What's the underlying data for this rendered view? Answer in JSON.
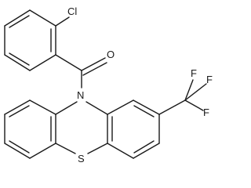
{
  "molecule": {
    "atom_labels": {
      "chlorine": "Cl",
      "oxygen": "O",
      "nitrogen": "N",
      "sulfur": "S",
      "fluorine_top": "F",
      "fluorine_right": "F",
      "fluorine_lower": "F"
    }
  }
}
